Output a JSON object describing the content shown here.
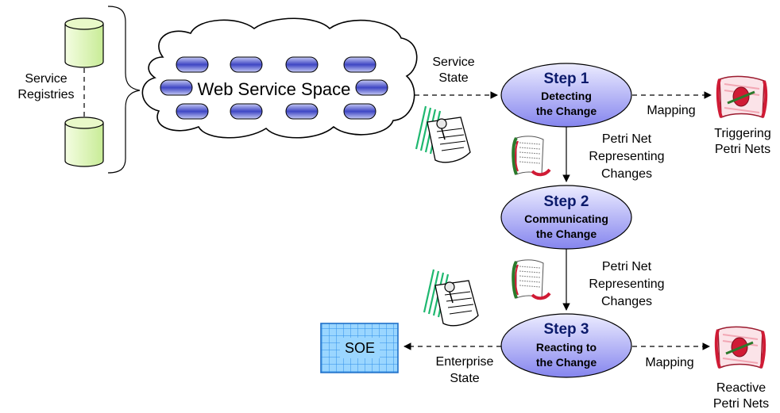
{
  "registries": {
    "label_line1": "Service",
    "label_line2": "Registries"
  },
  "cloud": {
    "title": "Web Service Space"
  },
  "service_state": {
    "line1": "Service",
    "line2": "State"
  },
  "steps": [
    {
      "title": "Step 1",
      "line1": "Detecting",
      "line2": "the Change"
    },
    {
      "title": "Step 2",
      "line1": "Communicating",
      "line2": "the Change"
    },
    {
      "title": "Step 3",
      "line1": "Reacting to",
      "line2": "the Change"
    }
  ],
  "mapping_top": "Mapping",
  "mapping_bottom": "Mapping",
  "triggering": {
    "line1": "Triggering",
    "line2": "Petri Nets"
  },
  "reactive": {
    "line1": "Reactive",
    "line2": "Petri Nets"
  },
  "petri_1": {
    "line1": "Petri Net",
    "line2": "Representing",
    "line3": "Changes"
  },
  "petri_2": {
    "line1": "Petri Net",
    "line2": "Representing",
    "line3": "Changes"
  },
  "enterprise_state": {
    "line1": "Enterprise",
    "line2": "State"
  },
  "soe": {
    "label": "SOE"
  },
  "colors": {
    "step_fill_light": "#e2e2ff",
    "step_fill_dark": "#8c8cf0",
    "step_title": "#0b1a6b",
    "cylinder_light": "#f0fbd8",
    "cylinder_dark": "#cfeea0",
    "pill_light": "#dfe2ff",
    "pill_dark": "#3a3fc0",
    "soe_fill": "#8fd0ff",
    "soe_grid": "#3399ff",
    "scroll_red": "#d01b35",
    "scroll_pink": "#f2a7b4",
    "note_green": "#1fb870"
  },
  "icons": [
    "database-cylinder-icon",
    "pushpin-note-icon",
    "scroll-document-icon",
    "petri-net-scroll-icon",
    "grid-box-icon"
  ]
}
